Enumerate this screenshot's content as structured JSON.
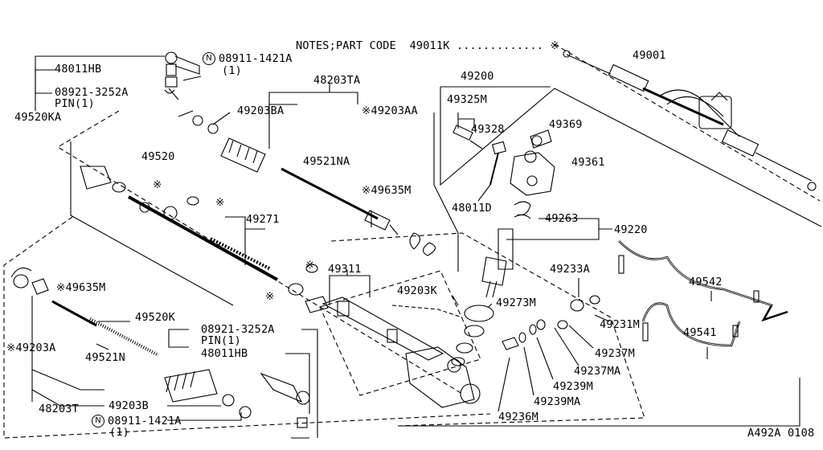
{
  "notes": "NOTES;PART CODE  49011K ............. ※",
  "footer_code": "A492A 0108",
  "nut_symbol": "N",
  "labels": {
    "p49001": "49001",
    "p48011HB_top": "48011HB",
    "p08911_top": "08911-1421A",
    "p08911_top_qty": "(1)",
    "p08921_top": "08921-3252A",
    "pin_top": "PIN(1)",
    "p49520KA": "49520KA",
    "p48203TA": "48203TA",
    "p49203BA": "49203BA",
    "p49203AA": "※49203AA",
    "p49200": "49200",
    "p49325M": "49325M",
    "p49328": "49328",
    "p49369": "49369",
    "p49361": "49361",
    "p48011D": "48011D",
    "p49520": "49520",
    "mark1": "※",
    "p49521NA": "49521NA",
    "p49635M_a": "※49635M",
    "p49263": "49263",
    "p49220": "49220",
    "mark2": "※",
    "p49271": "49271",
    "mark3": "※",
    "p49311": "49311",
    "p49233A": "49233A",
    "p49542": "49542",
    "p49203K": "49203K",
    "p49273M": "49273M",
    "mark4": "※",
    "p49635M_b": "※49635M",
    "p49231M": "49231M",
    "p49541": "49541",
    "p49520K": "49520K",
    "p08921_bot": "08921-3252A",
    "pin_bot": "PIN(1)",
    "p48011HB_bot": "48011HB",
    "p49203A": "※49203A",
    "p49521N": "49521N",
    "p49237M": "49237M",
    "p49237MA": "49237MA",
    "p49239M": "49239M",
    "p49239MA": "49239MA",
    "p48203T": "48203T",
    "p49203B": "49203B",
    "p08911_bot": "08911-1421A",
    "p08911_bot_qty": "(1)",
    "p49236M": "49236M"
  }
}
